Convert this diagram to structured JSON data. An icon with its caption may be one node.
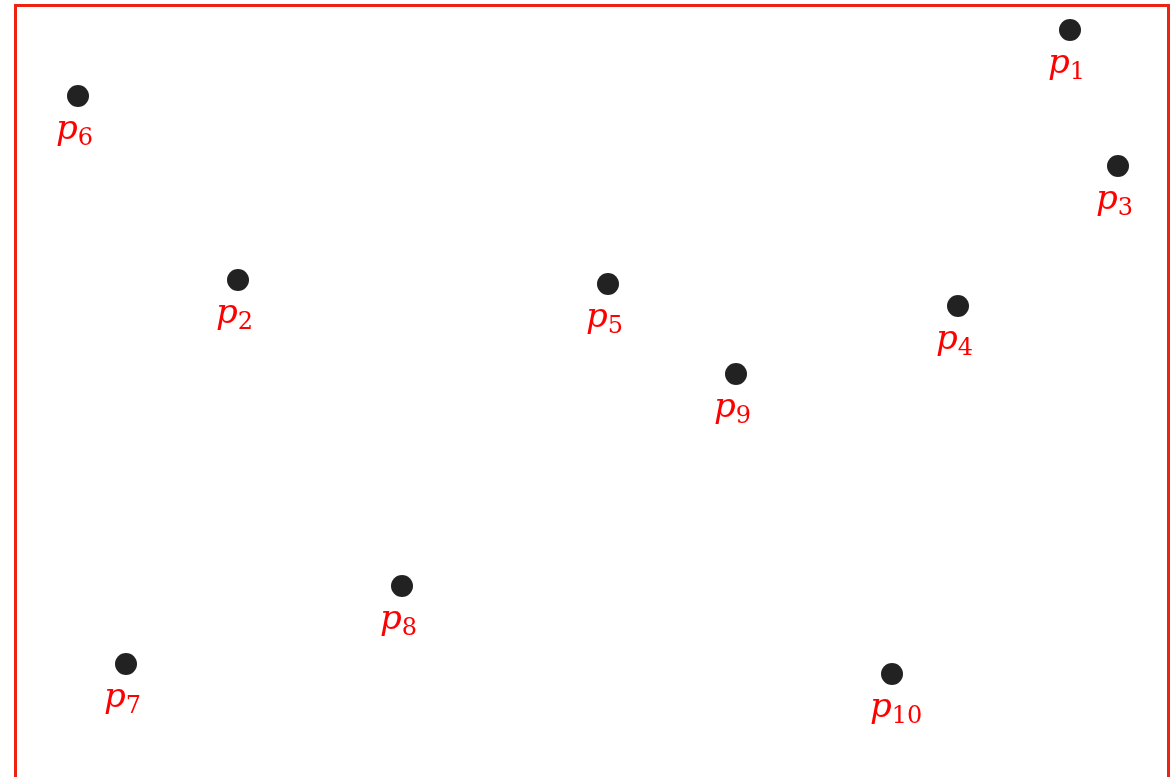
{
  "diagram": {
    "nodes": [
      {
        "text": [],
        "shape": "circle",
        "beside": [
          "*p*$_{1}$"
        ]
      },
      {
        "text": [],
        "shape": "circle",
        "beside": [
          "*p*$_{6}$"
        ]
      },
      {
        "text": [],
        "shape": "circle",
        "beside": [
          "*p*$_{3}$"
        ]
      },
      {
        "text": [],
        "shape": "circle",
        "beside": [
          "*p*$_{2}$"
        ]
      },
      {
        "text": [],
        "shape": "circle",
        "beside": [
          "*p*$_{5}$"
        ]
      },
      {
        "text": [],
        "shape": "circle",
        "beside": [
          "*p*$_{4}$"
        ]
      },
      {
        "text": [],
        "shape": "circle",
        "beside": [
          "*p*$_{9}$"
        ]
      },
      {
        "text": [],
        "shape": "circle",
        "beside": [
          "*p*$_{8}$"
        ]
      },
      {
        "text": [],
        "shape": "circle",
        "beside": [
          "*p*$_{7}$"
        ]
      },
      {
        "text": [],
        "shape": "circle",
        "beside": [
          "*p*$_{10}$"
        ]
      }
    ]
  }
}
